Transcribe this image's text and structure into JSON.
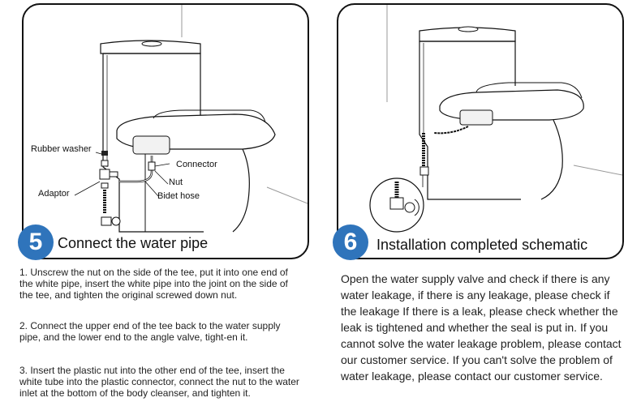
{
  "step5": {
    "number": "5",
    "title": "Connect the water pipe",
    "labels": {
      "rubber_washer": "Rubber washer",
      "adaptor": "Adaptor",
      "connector": "Connector",
      "nut": "Nut",
      "bidet_hose": "Bidet hose"
    },
    "instructions": [
      "1. Unscrew the nut on the side of the tee, put it into one end of the white pipe, insert the white pipe into the joint on the side of the tee, and tighten the original screwed down nut.",
      "2. Connect the upper end of the tee back to the water supply pipe, and the lower end to the angle valve, tight-en it.",
      "3. Insert the plastic nut into the other end of the tee, insert the white tube into the plastic connector, connect the nut to the water inlet at the bottom of the body cleanser, and tighten it."
    ]
  },
  "step6": {
    "number": "6",
    "title": "Installation completed schematic",
    "description": "Open the water supply valve and check if there is any water leakage, if there is any leakage, please check if the leakage If there is a leak, please check whether the leak is tightened and whether the seal is put in. If you cannot solve the water leakage problem, please contact our customer service. If you can't solve the problem of water leakage, please contact our customer service."
  },
  "colors": {
    "badge": "#2f74bb",
    "line_art": "#111111"
  }
}
